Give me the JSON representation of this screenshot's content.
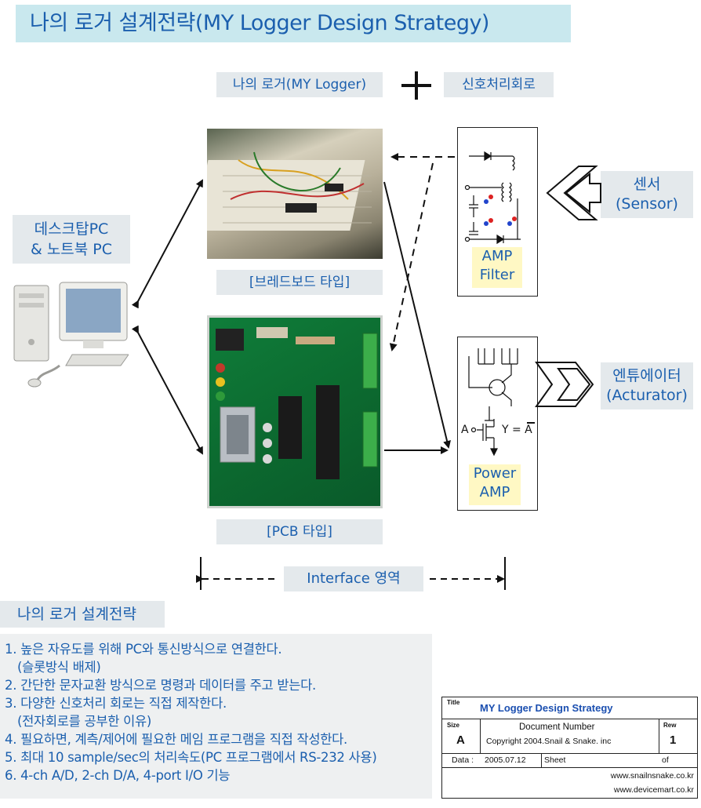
{
  "title": "나의 로거 설계전략(MY Logger Design Strategy)",
  "top": {
    "my_logger": "나의 로거(MY Logger)",
    "signal_processing": "신호처리회로"
  },
  "pc_label": [
    "데스크탑PC",
    "& 노트북 PC"
  ],
  "breadboard_label": "[브레드보드 타입]",
  "pcb_label": "[PCB 타입]",
  "amp_filter": [
    "AMP",
    "Filter"
  ],
  "power_amp": [
    "Power",
    "AMP"
  ],
  "sensor_label": [
    "센서",
    "(Sensor)"
  ],
  "actuator_label": [
    "엔튜에이터",
    "(Acturator)"
  ],
  "interface_label": "Interface 영역",
  "circuit_text": {
    "a": "A",
    "y": "Y = A"
  },
  "strategy": {
    "title": "나의 로거 설계전략",
    "items": [
      "1. 높은 자유도를 위해 PC와 통신방식으로 연결한다.",
      "(슬롯방식 배제)",
      "2. 간단한 문자교환 방식으로 명령과 데이터를 주고 받는다.",
      "3. 다양한 신호처리 회로는 직접 제작한다.",
      "(전자회로를 공부한 이유)",
      "4. 필요하면, 계측/제어에 필요한 메임 프로그램을 직접 작성한다.",
      "5. 최대 10 sample/sec의 처리속도(PC 프로그램에서 RS-232 사용)",
      "6. 4-ch A/D, 2-ch D/A, 4-port I/O 기능"
    ]
  },
  "title_block": {
    "title_label": "Title",
    "title_value": "MY Logger Design Strategy",
    "size_label": "Size",
    "size_value": "A",
    "doc_label": "Document Number",
    "copyright": "Copyright 2004.Snail & Snake. inc",
    "rev_label": "Rew",
    "rev_value": "1",
    "date_label": "Data :",
    "date_value": "2005.07.12",
    "sheet_label": "Sheet",
    "of_label": "of",
    "url1": "www.snailnsnake.co.kr",
    "url2": "www.devicemart.co.kr"
  }
}
